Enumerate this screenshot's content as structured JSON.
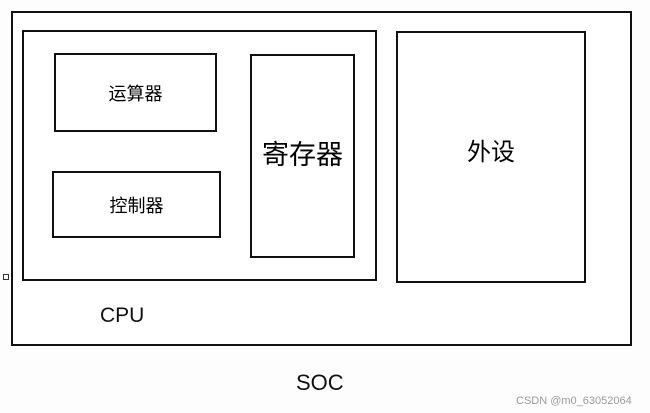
{
  "diagram": {
    "soc": {
      "label": "SOC"
    },
    "cpu": {
      "label": "CPU",
      "alu": {
        "label": "运算器"
      },
      "control_unit": {
        "label": "控制器"
      },
      "register": {
        "label": "寄存器"
      }
    },
    "peripheral": {
      "label": "外设"
    }
  },
  "watermark": "CSDN @m0_63052064"
}
